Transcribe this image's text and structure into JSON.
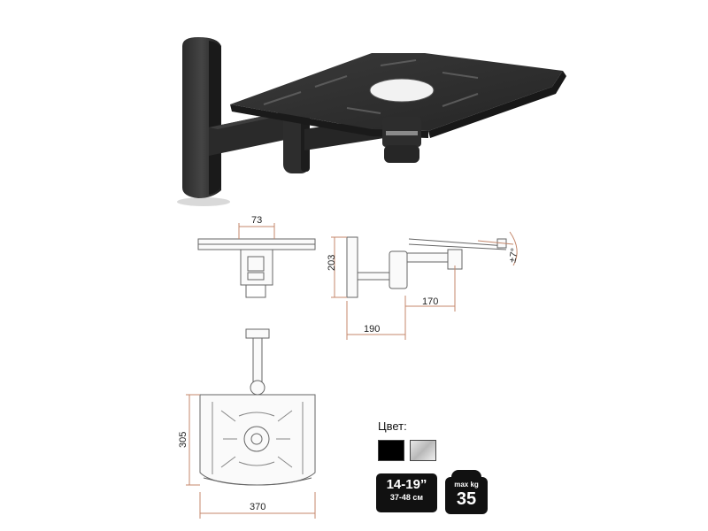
{
  "product_render": {
    "image": "black-speaker-wall-bracket"
  },
  "dimensions": {
    "top_view_width": "73",
    "side_view_height": "203",
    "side_arm_length": "170",
    "side_base_length": "190",
    "tilt": "±7°",
    "plate_height": "305",
    "plate_width": "370"
  },
  "legend": {
    "color_title": "Цвет:",
    "colors": [
      {
        "name": "black",
        "hex": "#000000"
      },
      {
        "name": "silver",
        "hex": "#b8b8b8"
      }
    ],
    "size_badge": {
      "main": "14-19”",
      "sub": "37-48 см"
    },
    "weight_badge": {
      "label": "max kg",
      "value": "35"
    }
  }
}
